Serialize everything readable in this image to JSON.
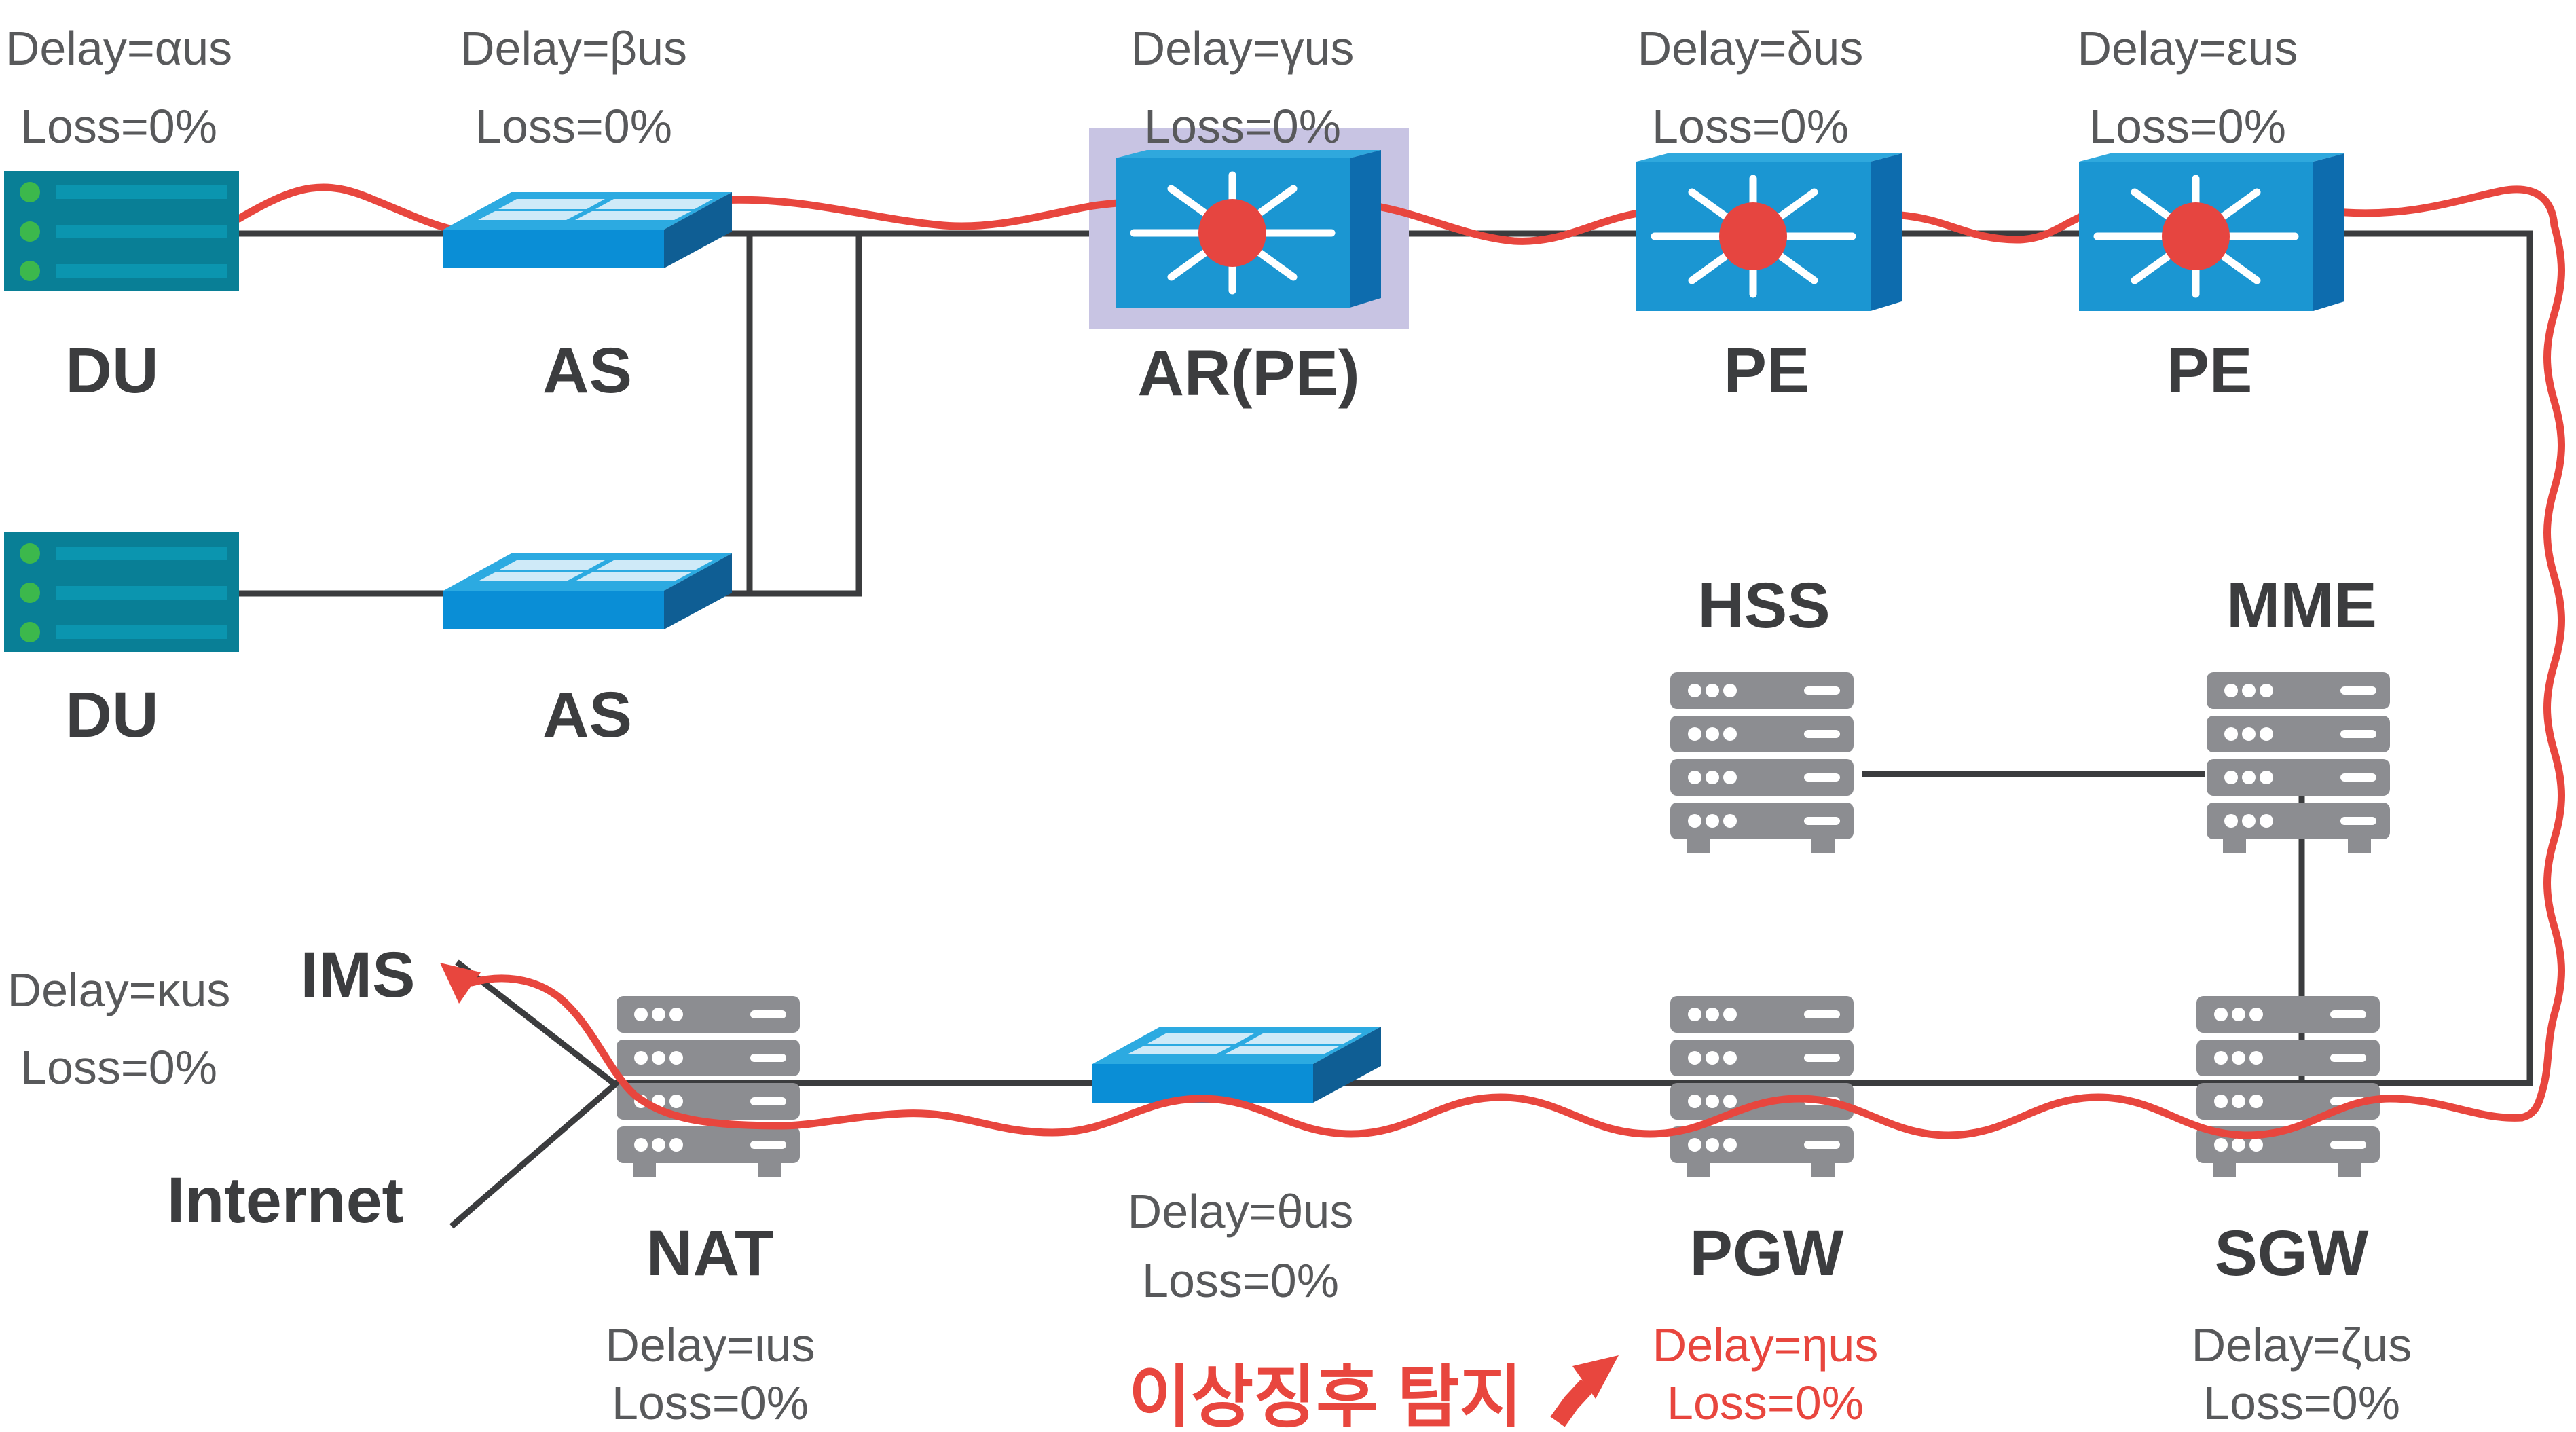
{
  "diagram": {
    "nodes": {
      "du1": {
        "label": "DU"
      },
      "du2": {
        "label": "DU"
      },
      "as1": {
        "label": "AS"
      },
      "as2": {
        "label": "AS"
      },
      "arpe": {
        "label": "AR(PE)"
      },
      "pe1": {
        "label": "PE"
      },
      "pe2": {
        "label": "PE"
      },
      "hss": {
        "label": "HSS"
      },
      "mme": {
        "label": "MME"
      },
      "nat": {
        "label": "NAT"
      },
      "pgw": {
        "label": "PGW"
      },
      "sgw": {
        "label": "SGW"
      },
      "ims": {
        "label": "IMS"
      },
      "internet": {
        "label": "Internet"
      }
    },
    "links": {
      "alpha": {
        "delay": "Delay=αus",
        "loss": "Loss=0%"
      },
      "beta": {
        "delay": "Delay=βus",
        "loss": "Loss=0%"
      },
      "gamma": {
        "delay": "Delay=γus",
        "loss": "Loss=0%"
      },
      "delta": {
        "delay": "Delay=δus",
        "loss": "Loss=0%"
      },
      "epsilon": {
        "delay": "Delay=εus",
        "loss": "Loss=0%"
      },
      "zeta": {
        "delay": "Delay=ζus",
        "loss": "Loss=0%"
      },
      "eta": {
        "delay": "Delay=ηus",
        "loss": "Loss=0%"
      },
      "theta": {
        "delay": "Delay=θus",
        "loss": "Loss=0%"
      },
      "iota": {
        "delay": "Delay=ιus",
        "loss": "Loss=0%"
      },
      "kappa": {
        "delay": "Delay=κus",
        "loss": "Loss=0%"
      }
    },
    "annotation": {
      "text": "이상징후 탐지"
    },
    "colors": {
      "path_red": "#e8463e",
      "highlight_purple": "#c8c4e3",
      "line_black": "#3b3c3e",
      "switch_blue": "#0a8ed6",
      "router_blue": "#1b96d2",
      "du_teal": "#097f96",
      "server_gray": "#8c8d91",
      "label_dark": "#3c3d3f",
      "label_gray": "#58595b"
    }
  }
}
